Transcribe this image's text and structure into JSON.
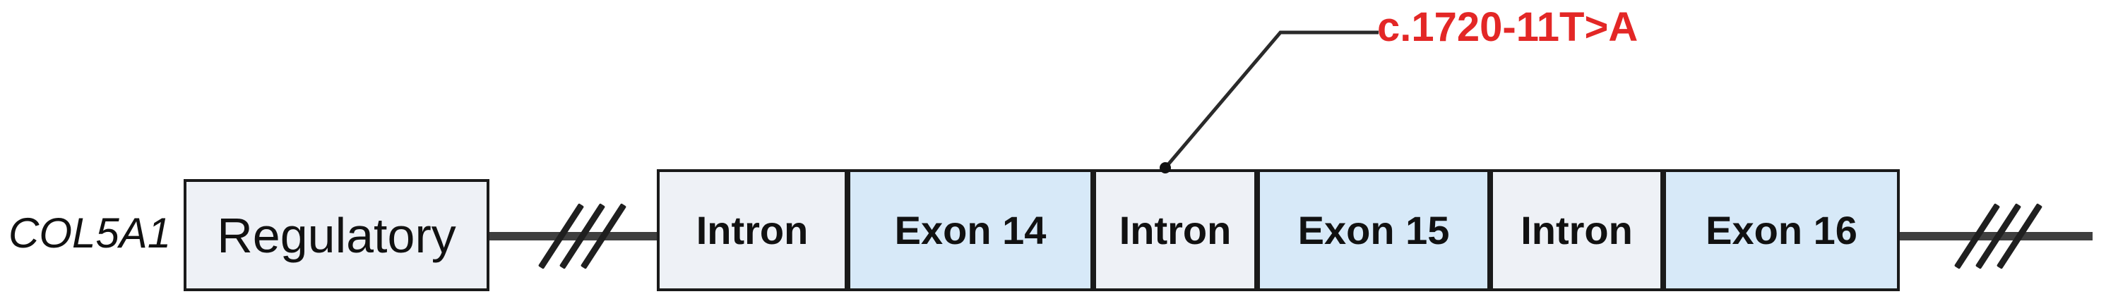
{
  "gene": {
    "name": "COL5A1"
  },
  "annotation": {
    "label": "c.1720-11T>A",
    "target": "Intron between Exon 14 and Exon 15"
  },
  "segments": [
    {
      "type": "regulatory",
      "label": "Regulatory"
    },
    {
      "type": "intron",
      "label": "Intron"
    },
    {
      "type": "exon",
      "label": "Exon 14"
    },
    {
      "type": "intron",
      "label": "Intron"
    },
    {
      "type": "exon",
      "label": "Exon 15"
    },
    {
      "type": "intron",
      "label": "Intron"
    },
    {
      "type": "exon",
      "label": "Exon 16"
    }
  ],
  "colors": {
    "exon_fill": "#d7e9f8",
    "intron_fill": "#eef1f6",
    "border_color": "#1a1a1a",
    "wire_color": "#3f3f3f",
    "annotation_red": "#e32726",
    "slash_color": "#1f1f1f"
  }
}
